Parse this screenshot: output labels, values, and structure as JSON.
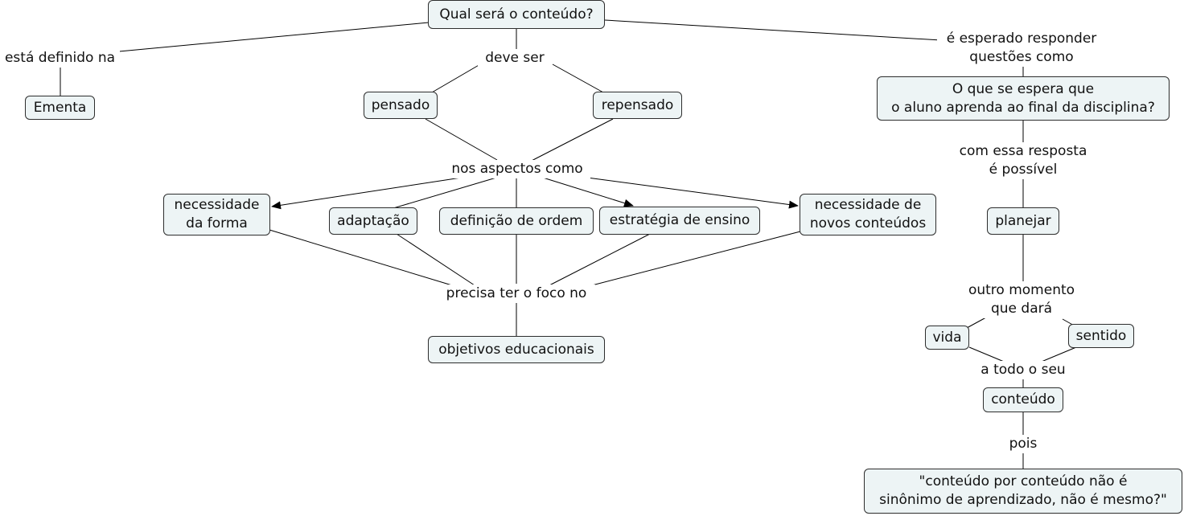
{
  "nodes": {
    "root": "Qual será o conteúdo?",
    "ementa": "Ementa",
    "pensado": "pensado",
    "repensado": "repensado",
    "necessidade_forma": "necessidade\nda forma",
    "adaptacao": "adaptação",
    "definicao_ordem": "definição de ordem",
    "estrategia_ensino": "estratégia de ensino",
    "novos_conteudos": "necessidade de\nnovos conteúdos",
    "objetivos": "objetivos educacionais",
    "o_que_se_espera": "O que se espera que\no aluno aprenda ao final da disciplina?",
    "planejar": "planejar",
    "vida": "vida",
    "sentido": "sentido",
    "conteudo": "conteúdo",
    "citacao": "\"conteúdo por conteúdo não é\nsinônimo de aprendizado, não é mesmo?\""
  },
  "links": {
    "esta_definido_na": "está definido na",
    "deve_ser": "deve ser",
    "esperado_responder": "é esperado responder\nquestões como",
    "nos_aspectos_como": "nos aspectos como",
    "precisa_ter_foco": "precisa ter o foco no",
    "com_essa_resposta": "com essa resposta\né possível",
    "outro_momento": "outro momento\nque dará",
    "a_todo_o_seu": "a todo o seu",
    "pois": "pois"
  },
  "colors": {
    "node_fill": "#edf4f5",
    "node_border": "#2d2d2d",
    "line": "#000000"
  }
}
